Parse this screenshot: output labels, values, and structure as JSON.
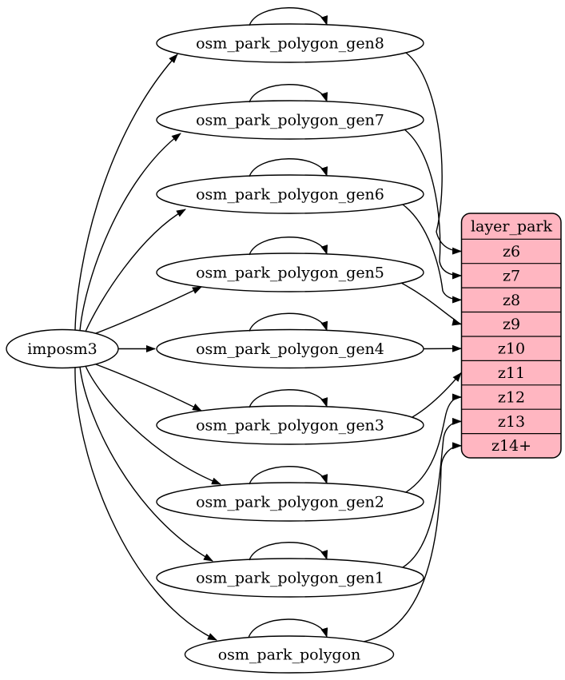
{
  "diagram": {
    "type": "graphviz-dependency-graph",
    "background": "#ffffff",
    "colors": {
      "node_fill": "#ffffff",
      "layer_fill": "#ffb6c1",
      "stroke": "#000000",
      "text": "#000000"
    },
    "source_node": {
      "id": "imposm3",
      "label": "imposm3"
    },
    "table_nodes": [
      {
        "id": "osm_park_polygon_gen8",
        "label": "osm_park_polygon_gen8",
        "self_loop": true,
        "target_row": "z6"
      },
      {
        "id": "osm_park_polygon_gen7",
        "label": "osm_park_polygon_gen7",
        "self_loop": true,
        "target_row": "z7"
      },
      {
        "id": "osm_park_polygon_gen6",
        "label": "osm_park_polygon_gen6",
        "self_loop": true,
        "target_row": "z8"
      },
      {
        "id": "osm_park_polygon_gen5",
        "label": "osm_park_polygon_gen5",
        "self_loop": true,
        "target_row": "z9"
      },
      {
        "id": "osm_park_polygon_gen4",
        "label": "osm_park_polygon_gen4",
        "self_loop": true,
        "target_row": "z10"
      },
      {
        "id": "osm_park_polygon_gen3",
        "label": "osm_park_polygon_gen3",
        "self_loop": true,
        "target_row": "z11"
      },
      {
        "id": "osm_park_polygon_gen2",
        "label": "osm_park_polygon_gen2",
        "self_loop": true,
        "target_row": "z12"
      },
      {
        "id": "osm_park_polygon_gen1",
        "label": "osm_park_polygon_gen1",
        "self_loop": true,
        "target_row": "z13"
      },
      {
        "id": "osm_park_polygon",
        "label": "osm_park_polygon",
        "self_loop": true,
        "target_row": "z14+"
      }
    ],
    "layer_node": {
      "title": "layer_park",
      "rows": [
        "z6",
        "z7",
        "z8",
        "z9",
        "z10",
        "z11",
        "z12",
        "z13",
        "z14+"
      ]
    },
    "edges": [
      {
        "from": "imposm3",
        "to": "osm_park_polygon_gen8"
      },
      {
        "from": "imposm3",
        "to": "osm_park_polygon_gen7"
      },
      {
        "from": "imposm3",
        "to": "osm_park_polygon_gen6"
      },
      {
        "from": "imposm3",
        "to": "osm_park_polygon_gen5"
      },
      {
        "from": "imposm3",
        "to": "osm_park_polygon_gen4"
      },
      {
        "from": "imposm3",
        "to": "osm_park_polygon_gen3"
      },
      {
        "from": "imposm3",
        "to": "osm_park_polygon_gen2"
      },
      {
        "from": "imposm3",
        "to": "osm_park_polygon_gen1"
      },
      {
        "from": "imposm3",
        "to": "osm_park_polygon"
      },
      {
        "from": "osm_park_polygon_gen8",
        "to": "osm_park_polygon_gen8"
      },
      {
        "from": "osm_park_polygon_gen7",
        "to": "osm_park_polygon_gen7"
      },
      {
        "from": "osm_park_polygon_gen6",
        "to": "osm_park_polygon_gen6"
      },
      {
        "from": "osm_park_polygon_gen5",
        "to": "osm_park_polygon_gen5"
      },
      {
        "from": "osm_park_polygon_gen4",
        "to": "osm_park_polygon_gen4"
      },
      {
        "from": "osm_park_polygon_gen3",
        "to": "osm_park_polygon_gen3"
      },
      {
        "from": "osm_park_polygon_gen2",
        "to": "osm_park_polygon_gen2"
      },
      {
        "from": "osm_park_polygon_gen1",
        "to": "osm_park_polygon_gen1"
      },
      {
        "from": "osm_park_polygon",
        "to": "osm_park_polygon"
      },
      {
        "from": "osm_park_polygon_gen8",
        "to": "layer_park:z6"
      },
      {
        "from": "osm_park_polygon_gen7",
        "to": "layer_park:z7"
      },
      {
        "from": "osm_park_polygon_gen6",
        "to": "layer_park:z8"
      },
      {
        "from": "osm_park_polygon_gen5",
        "to": "layer_park:z9"
      },
      {
        "from": "osm_park_polygon_gen4",
        "to": "layer_park:z10"
      },
      {
        "from": "osm_park_polygon_gen3",
        "to": "layer_park:z11"
      },
      {
        "from": "osm_park_polygon_gen2",
        "to": "layer_park:z12"
      },
      {
        "from": "osm_park_polygon_gen1",
        "to": "layer_park:z13"
      },
      {
        "from": "osm_park_polygon",
        "to": "layer_park:z14+"
      }
    ]
  }
}
